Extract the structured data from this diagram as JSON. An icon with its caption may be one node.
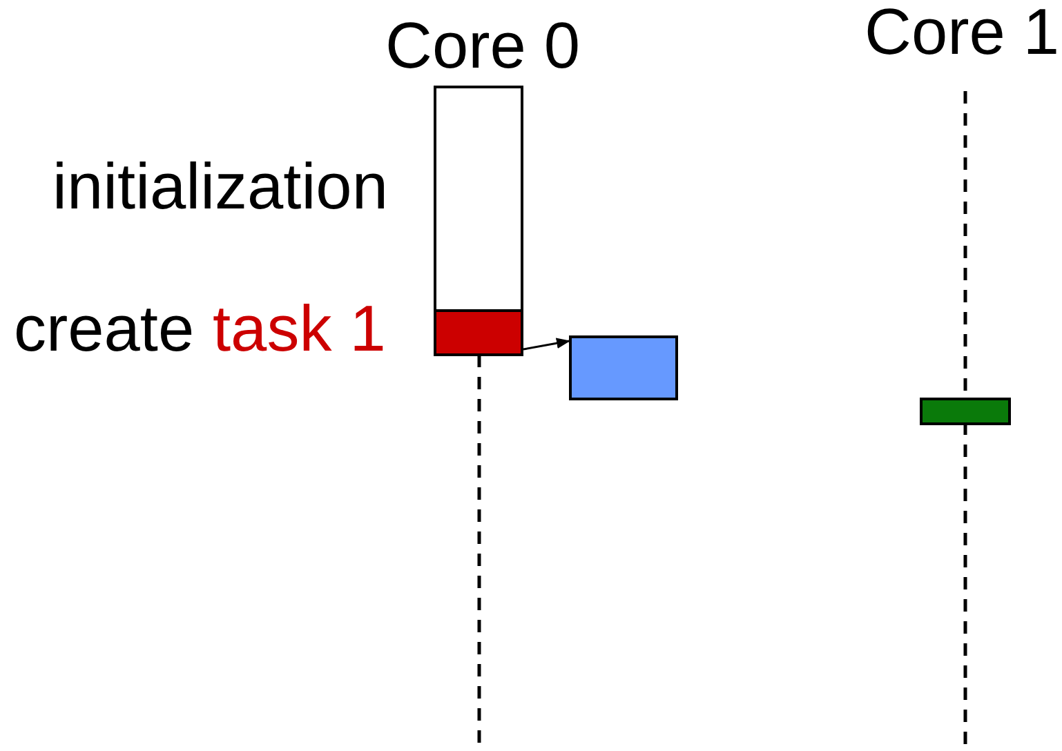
{
  "diagram": {
    "nodes": [
      {
        "text": [],
        "shape": "box",
        "beside": [
          "initialization"
        ]
      },
      {
        "text": [],
        "shape": "box",
        "beside": [
          "create",
          "task 1"
        ]
      },
      {
        "text": [],
        "shape": "box"
      },
      {
        "text": [],
        "shape": "box"
      }
    ],
    "edges": [
      {
        "from": 1,
        "to": 2,
        "arrow": "to"
      }
    ],
    "labels": [
      "Core 0",
      "Core 1"
    ]
  }
}
